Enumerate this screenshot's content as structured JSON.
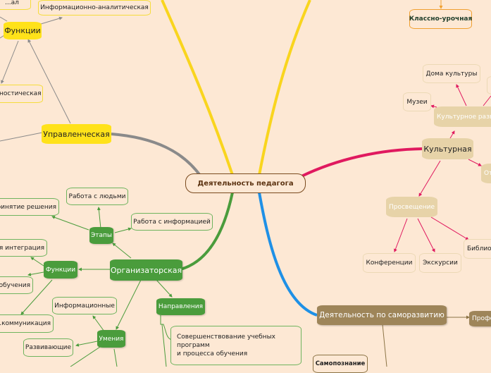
{
  "mindmap": {
    "title": "Деятельность педагога",
    "colors": {
      "background": "#fde8d4",
      "root_border": "#7a4a1e",
      "branch_management": "#8a8a8a",
      "branch_yellow": "#f9d51e",
      "branch_organizational": "#4a9c3c",
      "branch_cultural": "#e0195f",
      "branch_self_development": "#1e90e6",
      "self_development_node": "#9e8559",
      "cultural_node": "#e7d3a8",
      "class_lesson_border": "#f0a030"
    },
    "management": {
      "label": "Управленческая",
      "functions": {
        "label": "Функции",
        "children": [
          "Информационно-аналитическая",
          "...ностическая"
        ],
        "partial_top": "...ал"
      }
    },
    "lesson": {
      "child": "Классно-урочная"
    },
    "cultural": {
      "label": "Культурная",
      "development": {
        "label": "Культурное разв...",
        "children": [
          "Дома культуры",
          "Музеи"
        ]
      },
      "partial_right": "От...",
      "enlightenment": {
        "label": "Просвещение",
        "children": [
          "Конференции",
          "Экскурсии",
          "Библио..."
        ]
      }
    },
    "organizational": {
      "label": "Организаторская",
      "stages": {
        "label": "Этапы",
        "children": [
          "Работа с людьми",
          "Работа с информацией",
          "...ринятие решения"
        ]
      },
      "functions": {
        "label": "Функции",
        "children": [
          "...я интеграция",
          "...обучения",
          "...коммуникация"
        ]
      },
      "skills": {
        "label": "Умения",
        "children": [
          "Информационные",
          "Развивающие"
        ]
      },
      "directions": {
        "label": "Направления",
        "children": [
          "Совершенствование учебных\nпрограмм\nи процесса обучения"
        ]
      }
    },
    "self_development": {
      "label": "Деятельность по саморазвитию",
      "children": [
        "Самопознание",
        "Профе..."
      ]
    }
  }
}
